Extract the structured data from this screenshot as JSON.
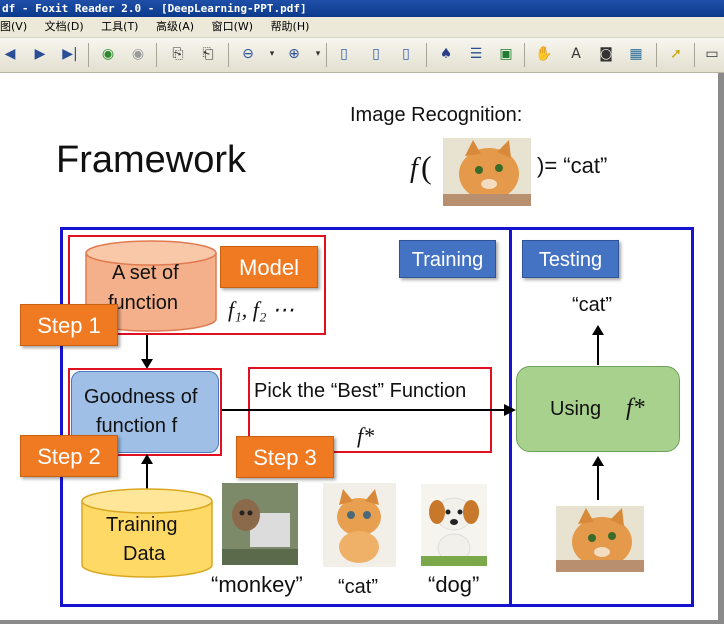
{
  "window": {
    "title": "df - Foxit Reader 2.0 - [DeepLearning-PPT.pdf]"
  },
  "menu": [
    "图(V)",
    "文档(D)",
    "工具(T)",
    "高级(A)",
    "窗口(W)",
    "帮助(H)"
  ],
  "slide": {
    "title": "Framework",
    "image_recognition_label": "Image Recognition:",
    "f_symbol": "f",
    "equals_cat": ")=   “cat”",
    "paren_open": "(",
    "set_of_function_line1": "A set of",
    "set_of_function_line2": "function",
    "model_label": "Model",
    "f1f2": "f₁, f₂ ⋯",
    "step1": "Step 1",
    "step2": "Step 2",
    "step3": "Step 3",
    "goodness_line1": "Goodness of",
    "goodness_line2": "function f",
    "pick_best": "Pick the “Best” Function",
    "f_star": "f*",
    "training_button": "Training",
    "testing_button": "Testing",
    "cat_output": "“cat”",
    "using_label": "Using",
    "using_fstar": "f*",
    "training_data_line1": "Training",
    "training_data_line2": "Data",
    "label_monkey": "“monkey”",
    "label_cat": "“cat”",
    "label_dog": "“dog”"
  },
  "colors": {
    "frame_blue": "#1414d0",
    "step_orange": "#ef7a22",
    "model_red": "#e01020",
    "goodness_blue": "#9fbfe6",
    "using_green": "#a9d18e",
    "training_data_yellow": "#ffd966",
    "cylinder_salmon": "#f4b08a"
  }
}
